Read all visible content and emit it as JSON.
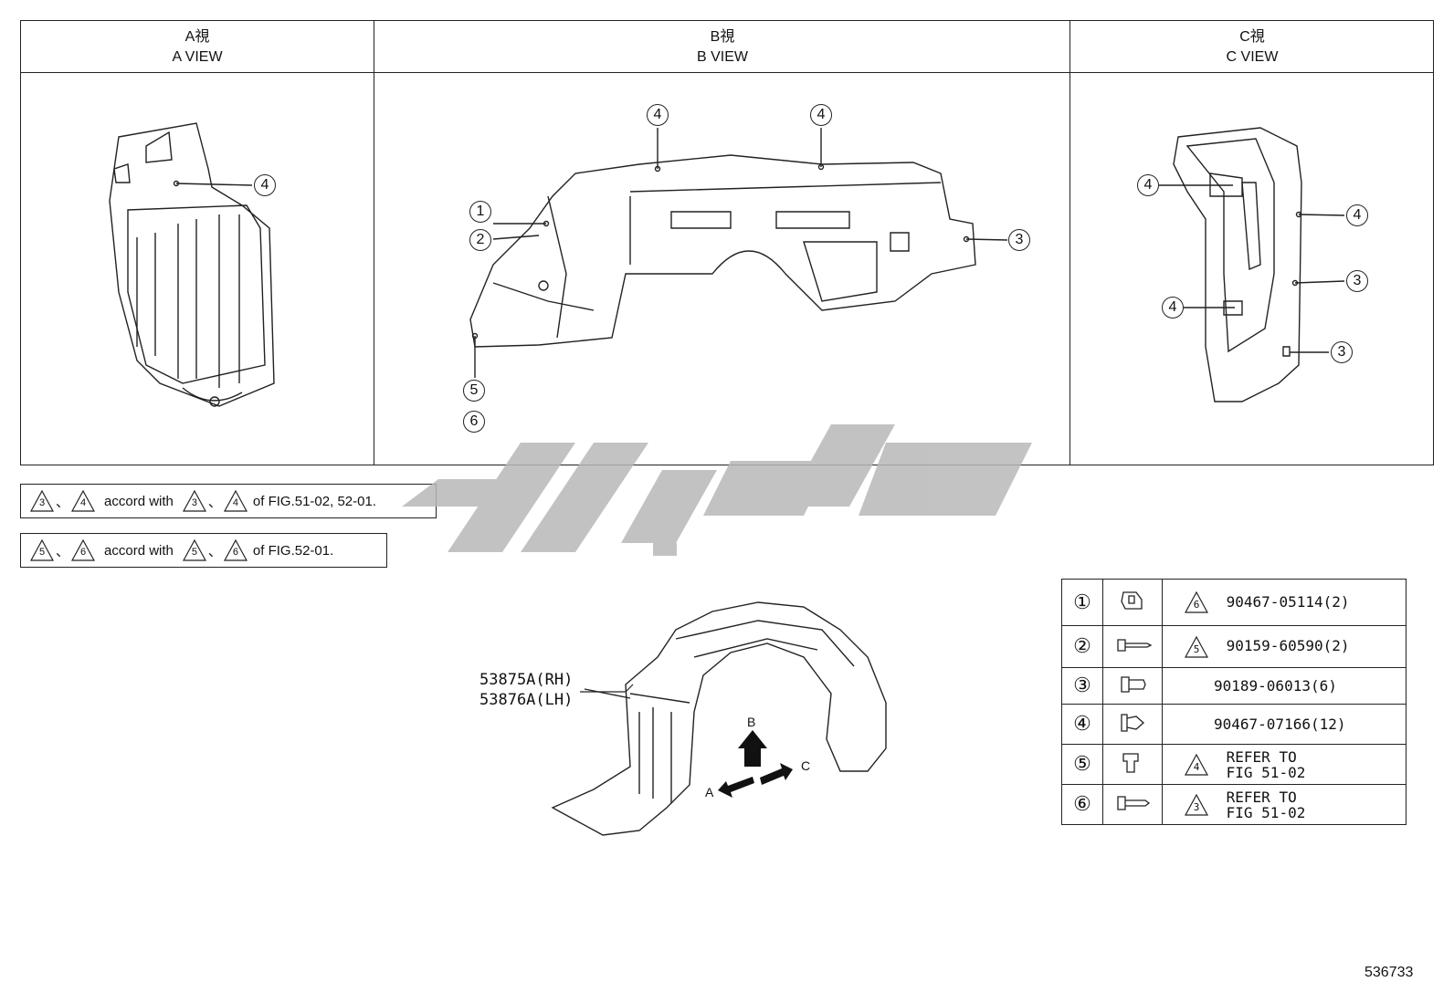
{
  "views": [
    {
      "title": "A視",
      "subtitle": "A VIEW"
    },
    {
      "title": "B視",
      "subtitle": "B VIEW"
    },
    {
      "title": "C視",
      "subtitle": "C VIEW"
    }
  ],
  "notes": [
    {
      "tri_a": "3",
      "tri_b": "4",
      "sep1": "、",
      "text1": "accord with",
      "tri_c": "3",
      "sep2": "、",
      "tri_d": "4",
      "text2": "of FIG.51-02, 52-01."
    },
    {
      "tri_a": "5",
      "tri_b": "6",
      "sep1": "、",
      "text1": "accord with",
      "tri_c": "5",
      "sep2": "、",
      "tri_d": "6",
      "text2": "of FIG.52-01."
    }
  ],
  "callouts": {
    "a_view": [
      "4"
    ],
    "b_view": [
      "1",
      "2",
      "4",
      "4",
      "3",
      "5",
      "6"
    ],
    "c_view": [
      "4",
      "4",
      "4",
      "3",
      "3"
    ]
  },
  "part_label": {
    "rh": "53875A(RH)",
    "lh": "53876A(LH)"
  },
  "directions": {
    "a": "A",
    "b": "B",
    "c": "C"
  },
  "parts_table": [
    {
      "num": "①",
      "tri": "6",
      "part": "90467-05114(2)",
      "icon": "clip-nut-icon"
    },
    {
      "num": "②",
      "tri": "5",
      "part": "90159-60590(2)",
      "icon": "screw-icon"
    },
    {
      "num": "③",
      "tri": "",
      "part": "90189-06013(6)",
      "icon": "grommet-icon"
    },
    {
      "num": "④",
      "tri": "",
      "part": "90467-07166(12)",
      "icon": "push-clip-icon"
    },
    {
      "num": "⑤",
      "tri": "4",
      "part_line1": "REFER TO",
      "part_line2": "FIG 51-02",
      "icon": "clip-icon"
    },
    {
      "num": "⑥",
      "tri": "3",
      "part_line1": "REFER TO",
      "part_line2": "FIG 51-02",
      "icon": "bolt-icon"
    }
  ],
  "figure_number": "536733",
  "watermark_color": "#b8b8b8"
}
